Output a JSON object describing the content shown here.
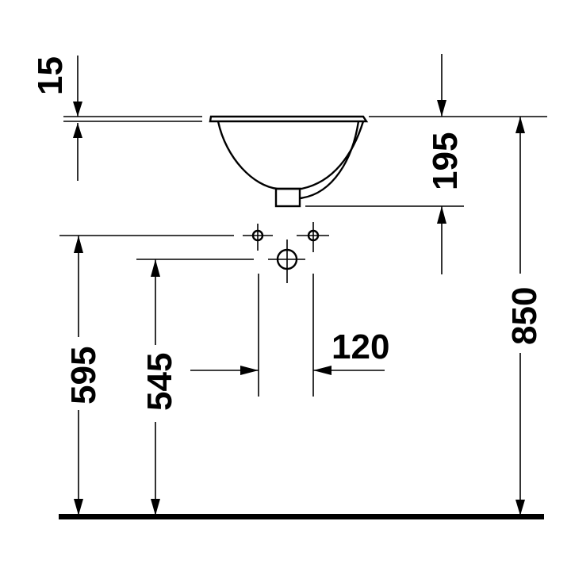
{
  "diagram": {
    "type": "technical-drawing",
    "subject": "undercounter washbasin side elevation with mounting dimensions",
    "colors": {
      "ink": "#000000",
      "background": "#ffffff"
    },
    "dimensions": {
      "rim_thickness": {
        "label": "15",
        "orientation": "vertical-text"
      },
      "basin_depth": {
        "label": "195",
        "orientation": "vertical-text"
      },
      "rim_height_from_floor": {
        "label": "850",
        "orientation": "vertical-text"
      },
      "supply_height_from_floor": {
        "label": "595",
        "orientation": "vertical-text"
      },
      "waste_height_from_floor": {
        "label": "545",
        "orientation": "vertical-text"
      },
      "supply_spacing": {
        "label": "120",
        "orientation": "horizontal-text"
      }
    },
    "elements": [
      "basin-rim",
      "basin-bowl",
      "overflow-channel",
      "drain-outlet",
      "hot-water-connection",
      "cold-water-connection",
      "waste-connection",
      "floor-line"
    ]
  }
}
